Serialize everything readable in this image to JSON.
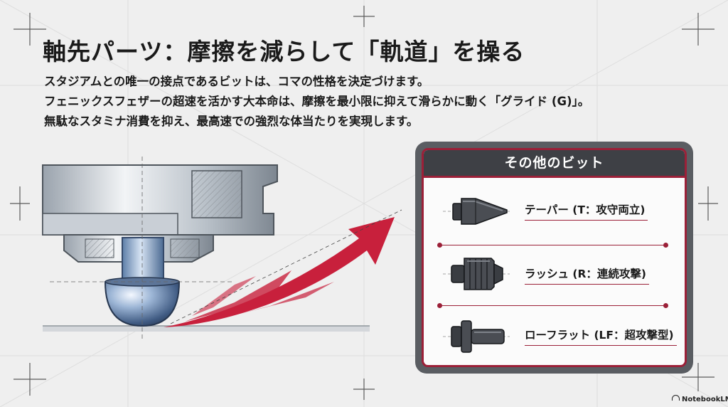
{
  "title": "軸先パーツ：摩擦を減らして「軌道」を操る",
  "body": {
    "line1": "スタジアムとの唯一の接点であるビットは、コマの性格を決定づけます。",
    "line2": "フェニックスフェザーの超速を活かす大本命は、摩擦を最小限に抑えて滑らかに動く「グライド (G)」。",
    "line3": "無駄なスタミナ消費を抑え、最高速での強烈な体当たりを実現します。"
  },
  "panel": {
    "header": "その他のビット",
    "bits": [
      {
        "label": "テーパー (T：攻守両立)",
        "icon": "taper-bit-icon"
      },
      {
        "label": "ラッシュ (R：連続攻撃)",
        "icon": "rush-bit-icon"
      },
      {
        "label": "ローフラット (LF：超攻撃型)",
        "icon": "low-flat-bit-icon"
      }
    ]
  },
  "logo": {
    "text": "NotebookLM"
  },
  "colors": {
    "accent": "#9b2038",
    "arrow": "#c8203c",
    "panel_frame": "#5a5d62",
    "panel_header": "#3e4045",
    "background": "#efefef"
  }
}
